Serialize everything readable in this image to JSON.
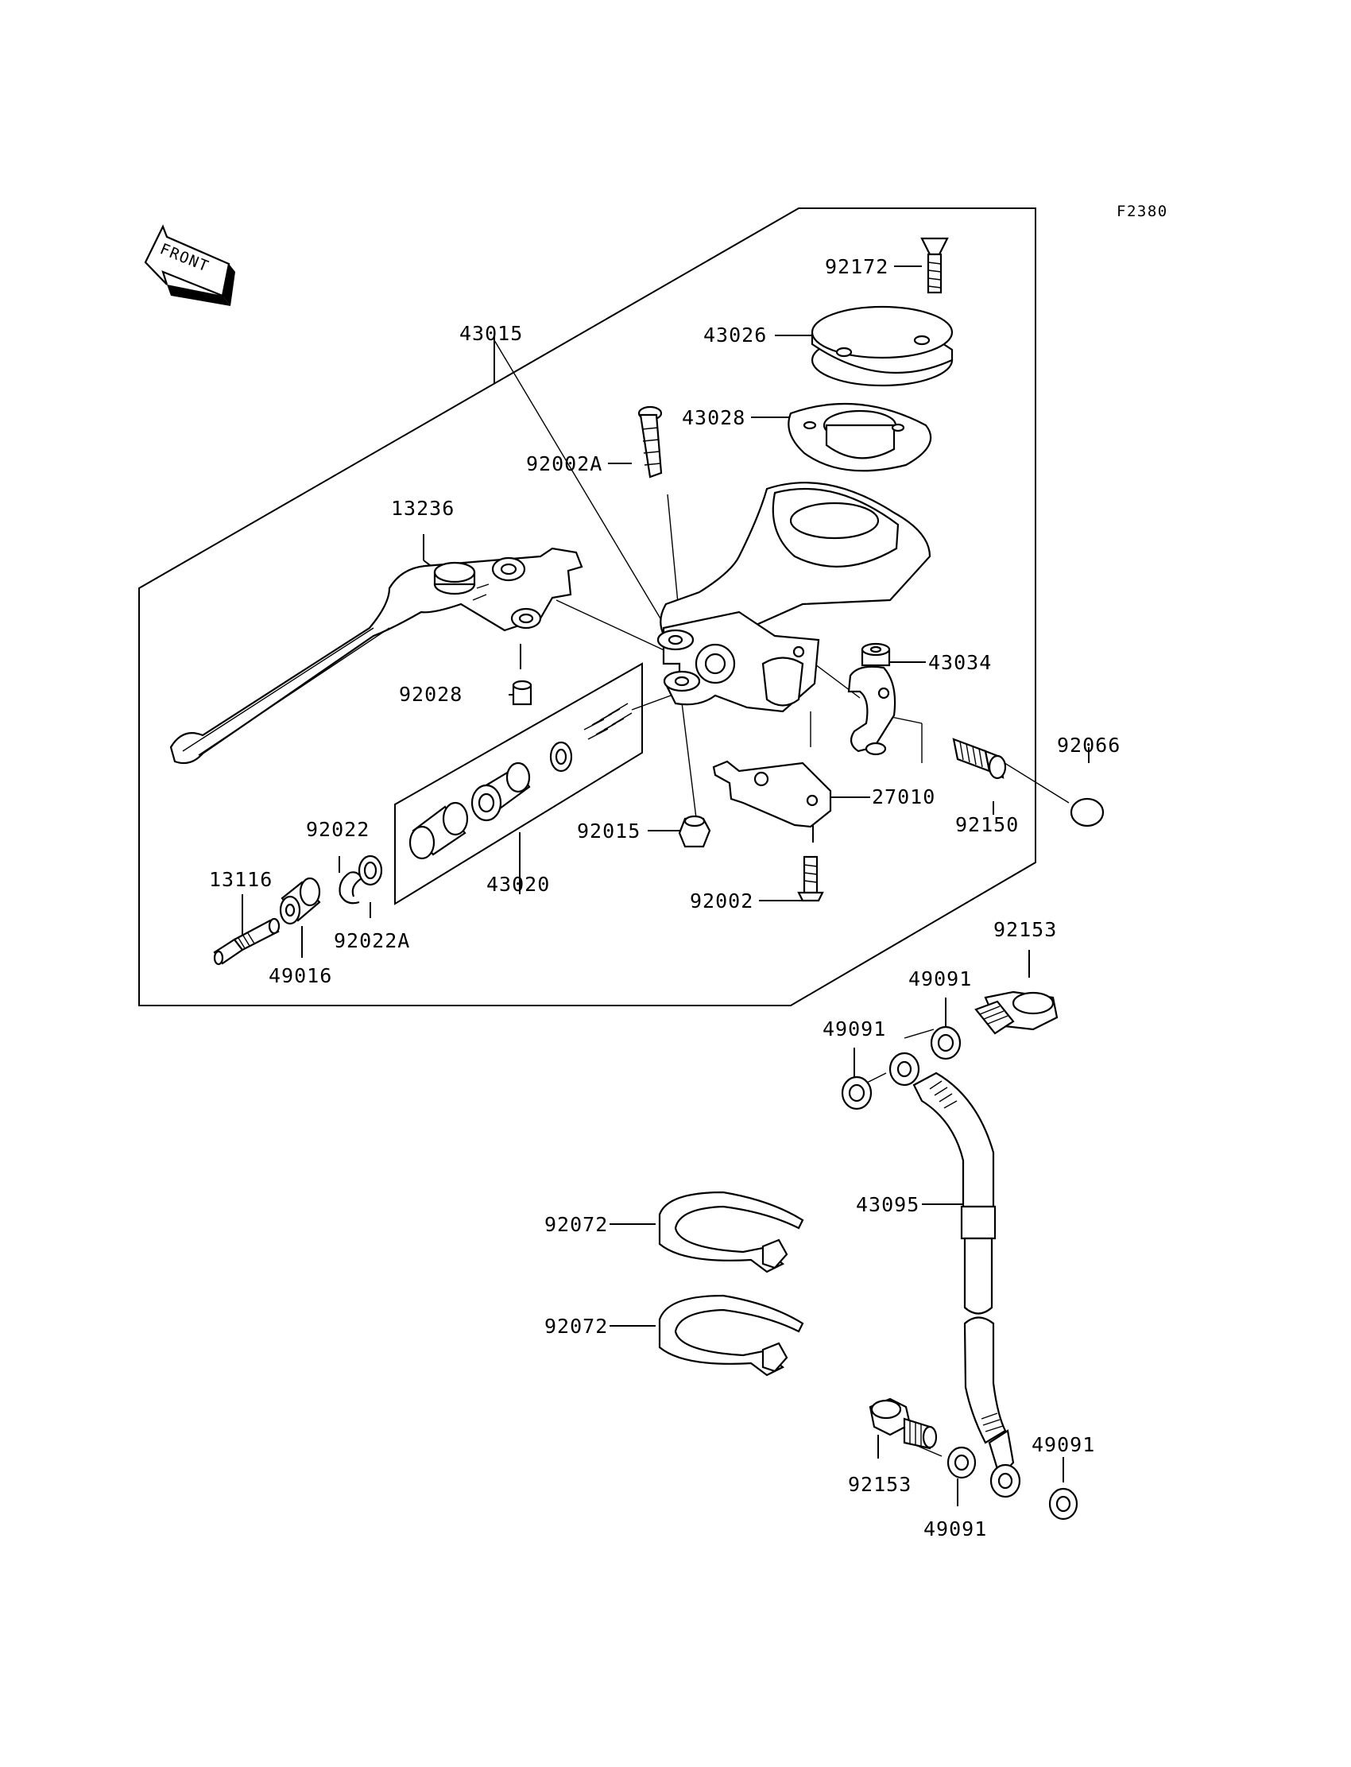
{
  "diagram": {
    "code": "F2380",
    "front_badge": "FRONT",
    "parts": {
      "p92172": "92172",
      "p43026": "43026",
      "p43015": "43015",
      "p43028": "43028",
      "p92002A": "92002A",
      "p13236": "13236",
      "p43034": "43034",
      "p92028": "92028",
      "p92066": "92066",
      "p27010": "27010",
      "p92022": "92022",
      "p92015": "92015",
      "p92150": "92150",
      "p13116": "13116",
      "p43020": "43020",
      "p92022A": "92022A",
      "p92002": "92002",
      "p49016": "49016",
      "p92153_top": "92153",
      "p49091_a": "49091",
      "p49091_b": "49091",
      "p43095": "43095",
      "p92072_a": "92072",
      "p92072_b": "92072",
      "p49091_c": "49091",
      "p92153_bottom": "92153",
      "p49091_d": "49091"
    }
  }
}
